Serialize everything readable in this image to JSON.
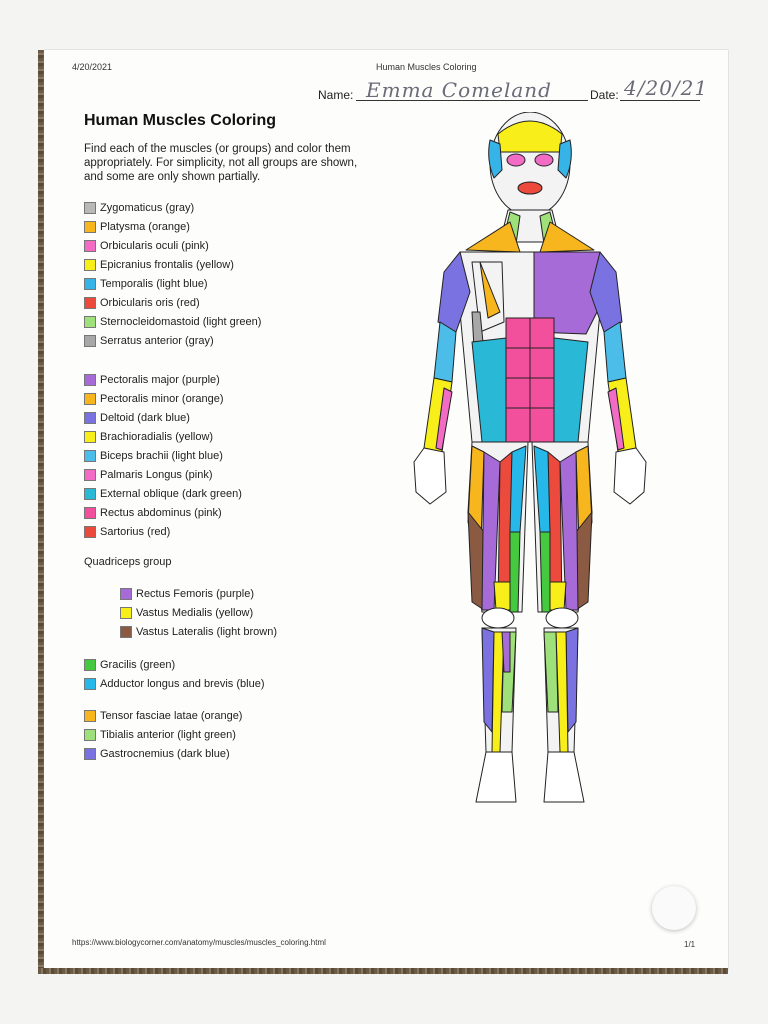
{
  "header": {
    "date": "4/20/2021",
    "title": "Human Muscles Coloring"
  },
  "form": {
    "name_label": "Name:",
    "name_value": "Emma Comeland",
    "date_label": "Date:",
    "date_value": "4/20/21"
  },
  "document": {
    "title": "Human Muscles Coloring",
    "instructions": "Find each of the muscles (or groups) and color them appropriately. For simplicity, not all groups are shown, and some are only shown partially."
  },
  "group_a": [
    {
      "label": "Zygomaticus (gray)",
      "color": "#b9b9b9"
    },
    {
      "label": "Platysma (orange)",
      "color": "#f7b51e"
    },
    {
      "label": "Orbicularis oculi (pink)",
      "color": "#f26bc4"
    },
    {
      "label": "Epicranius frontalis (yellow)",
      "color": "#f7ee1a"
    },
    {
      "label": "Temporalis (light blue)",
      "color": "#36b4e8"
    },
    {
      "label": "Orbicularis oris (red)",
      "color": "#ec4a3c"
    },
    {
      "label": "Sternocleidomastoid (light green)",
      "color": "#9ee07a"
    },
    {
      "label": "Serratus anterior (gray)",
      "color": "#a8a8a8"
    }
  ],
  "group_b": [
    {
      "label": "Pectoralis major (purple)",
      "color": "#a66bd6"
    },
    {
      "label": "Pectoralis minor (orange)",
      "color": "#f7b51e"
    },
    {
      "label": "Deltoid (dark blue)",
      "color": "#7a72e0"
    },
    {
      "label": "Brachioradialis (yellow)",
      "color": "#f7ee1a"
    },
    {
      "label": "Biceps brachii (light blue)",
      "color": "#4bbde8"
    },
    {
      "label": "Palmaris Longus (pink)",
      "color": "#f26bc4"
    },
    {
      "label": "External oblique (dark green)",
      "color": "#29b9d6"
    },
    {
      "label": "Rectus abdominus (pink)",
      "color": "#f2509c"
    },
    {
      "label": "Sartorius (red)",
      "color": "#ec4a3c"
    }
  ],
  "quad": {
    "heading": "Quadriceps group",
    "items": [
      {
        "label": "Rectus Femoris (purple)",
        "color": "#a66bd6"
      },
      {
        "label": "Vastus Medialis (yellow)",
        "color": "#f7ee1a"
      },
      {
        "label": "Vastus Lateralis (light brown)",
        "color": "#8a5a42"
      }
    ]
  },
  "group_c": [
    {
      "label": "Gracilis (green)",
      "color": "#45c93e"
    },
    {
      "label": "Adductor longus and brevis (blue)",
      "color": "#25b8e8"
    }
  ],
  "group_d": [
    {
      "label": "Tensor fasciae latae (orange)",
      "color": "#f7b51e"
    },
    {
      "label": "Tibialis anterior (light green)",
      "color": "#9ee07a"
    },
    {
      "label": "Gastrocnemius (dark blue)",
      "color": "#7a72e0"
    }
  ],
  "footer": {
    "url": "https://www.biologycorner.com/anatomy/muscles/muscles_coloring.html",
    "page": "1/1"
  }
}
